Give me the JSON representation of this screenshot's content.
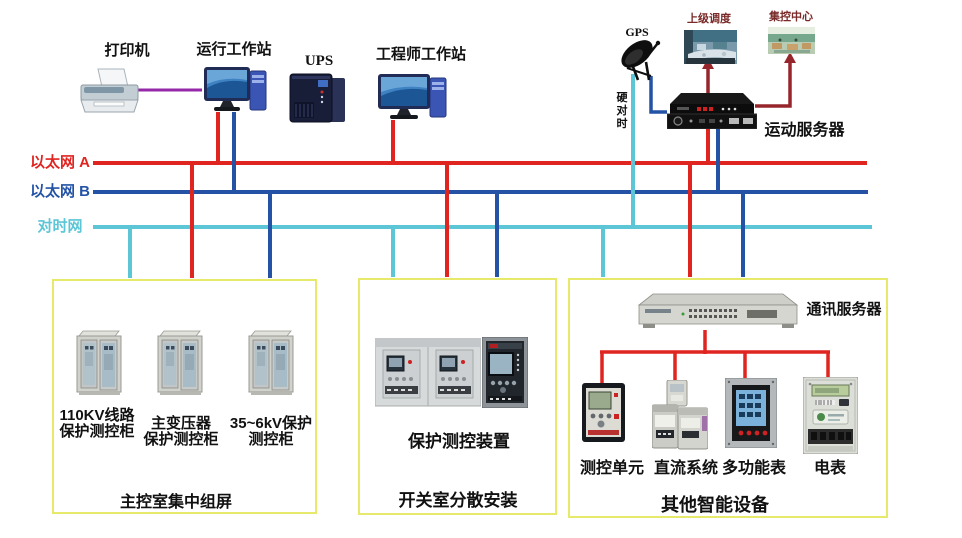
{
  "colors": {
    "ethernet_a": "#e02420",
    "ethernet_b": "#2453a6",
    "time_sync": "#5cc6d6",
    "printer_link": "#9428a8",
    "uplink_arrow": "#96262c",
    "panel_border": "#e6e96a"
  },
  "top_devices": {
    "printer_label": "打印机",
    "operator_workstation_label": "运行工作站",
    "ups_label": "UPS",
    "engineer_workstation_label": "工程师工作站",
    "gps_label": "GPS",
    "hard_time_sync_label": "硬\n对\n时",
    "superior_dispatch_label": "上级调度",
    "central_control_label": "集控中心",
    "telecontrol_server_label": "运动服务器"
  },
  "buses": {
    "ethernet_a": "以太网 A",
    "ethernet_b": "以太网 B",
    "time_sync": "对时网"
  },
  "control_room_panel": {
    "cabinets": [
      {
        "label": "110KV线路\n保护测控柜"
      },
      {
        "label": "主变压器\n保护测控柜"
      },
      {
        "label": "35~6kV保护\n测控柜"
      }
    ],
    "title": "主控室集中组屏"
  },
  "switch_room_panel": {
    "device_label": "保护测控装置",
    "title": "开关室分散安装"
  },
  "smart_devices_panel": {
    "comm_server_label": "通讯服务器",
    "devices": [
      {
        "label": "测控单元"
      },
      {
        "label": "直流系统"
      },
      {
        "label": "多功能表"
      },
      {
        "label": "电表"
      }
    ],
    "title": "其他智能设备"
  }
}
